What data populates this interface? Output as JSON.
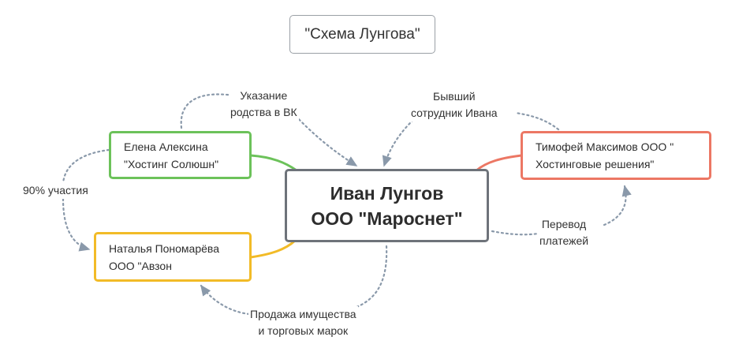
{
  "diagram": {
    "title": "\"Схема Лунгова\"",
    "central": {
      "line1": "Иван Лунгов",
      "line2": "ООО \"Мароснет\""
    },
    "topics": {
      "elena": {
        "line1": "Елена Алексина",
        "line2": "\"Хостинг Солюшн\"",
        "color": "#6cc25a"
      },
      "natalya": {
        "line1": "Наталья Пономарёва",
        "line2": "ООО \"Авзон",
        "color": "#f2bb27"
      },
      "timofey": {
        "line1": "Тимофей Максимов ООО \"",
        "line2": "Хостинговые решения\"",
        "color": "#ec7764"
      }
    },
    "relations": {
      "vk": {
        "line1": "Указание",
        "line2": "родства в ВК"
      },
      "former": {
        "line1": "Бывший",
        "line2": "сотрудник Ивана"
      },
      "share": {
        "line1": "90% участия"
      },
      "payments": {
        "line1": "Перевод",
        "line2": "платежей"
      },
      "sale": {
        "line1": "Продажа имущества",
        "line2": "и торговых марок"
      }
    },
    "colors": {
      "central_border": "#6e737a",
      "relation_line": "#8a99aa"
    }
  }
}
